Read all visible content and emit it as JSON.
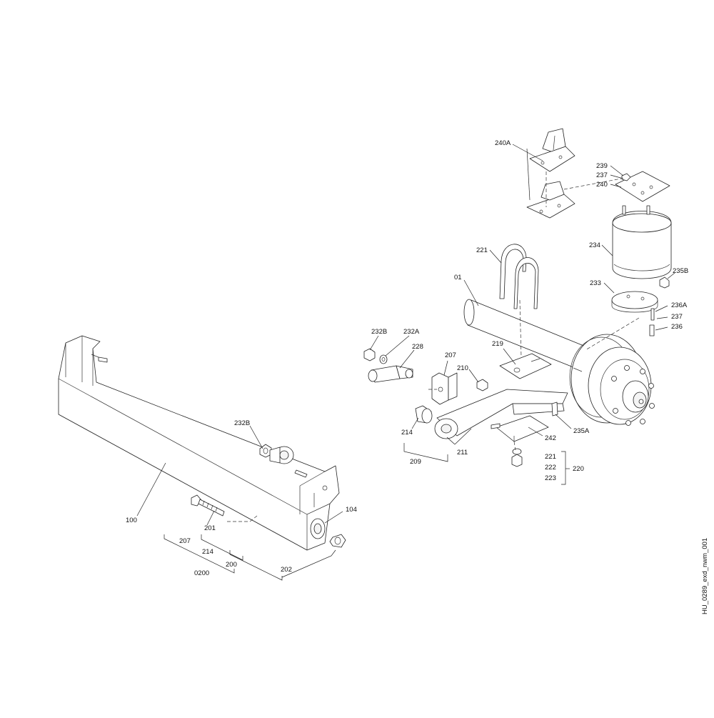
{
  "drawing_id": "HU_0289_exd_nwm_001",
  "labels": {
    "p240A": "240A",
    "p239": "239",
    "p237a": "237",
    "p240": "240",
    "p234": "234",
    "p235B": "235B",
    "p233": "233",
    "p236A": "236A",
    "p237b": "237",
    "p236": "236",
    "p221a": "221",
    "p01": "01",
    "p232B_top": "232B",
    "p232A": "232A",
    "p228": "228",
    "p207_top": "207",
    "p219": "219",
    "p210": "210",
    "p214_top": "214",
    "p211": "211",
    "p209": "209",
    "p242": "242",
    "p235A": "235A",
    "p221b": "221",
    "p222": "222",
    "p223": "223",
    "p220": "220",
    "p232B_left": "232B",
    "p100": "100",
    "p104": "104",
    "p201": "201",
    "p207_left": "207",
    "p214_left": "214",
    "p200": "200",
    "p0200": "0200",
    "p202": "202"
  }
}
